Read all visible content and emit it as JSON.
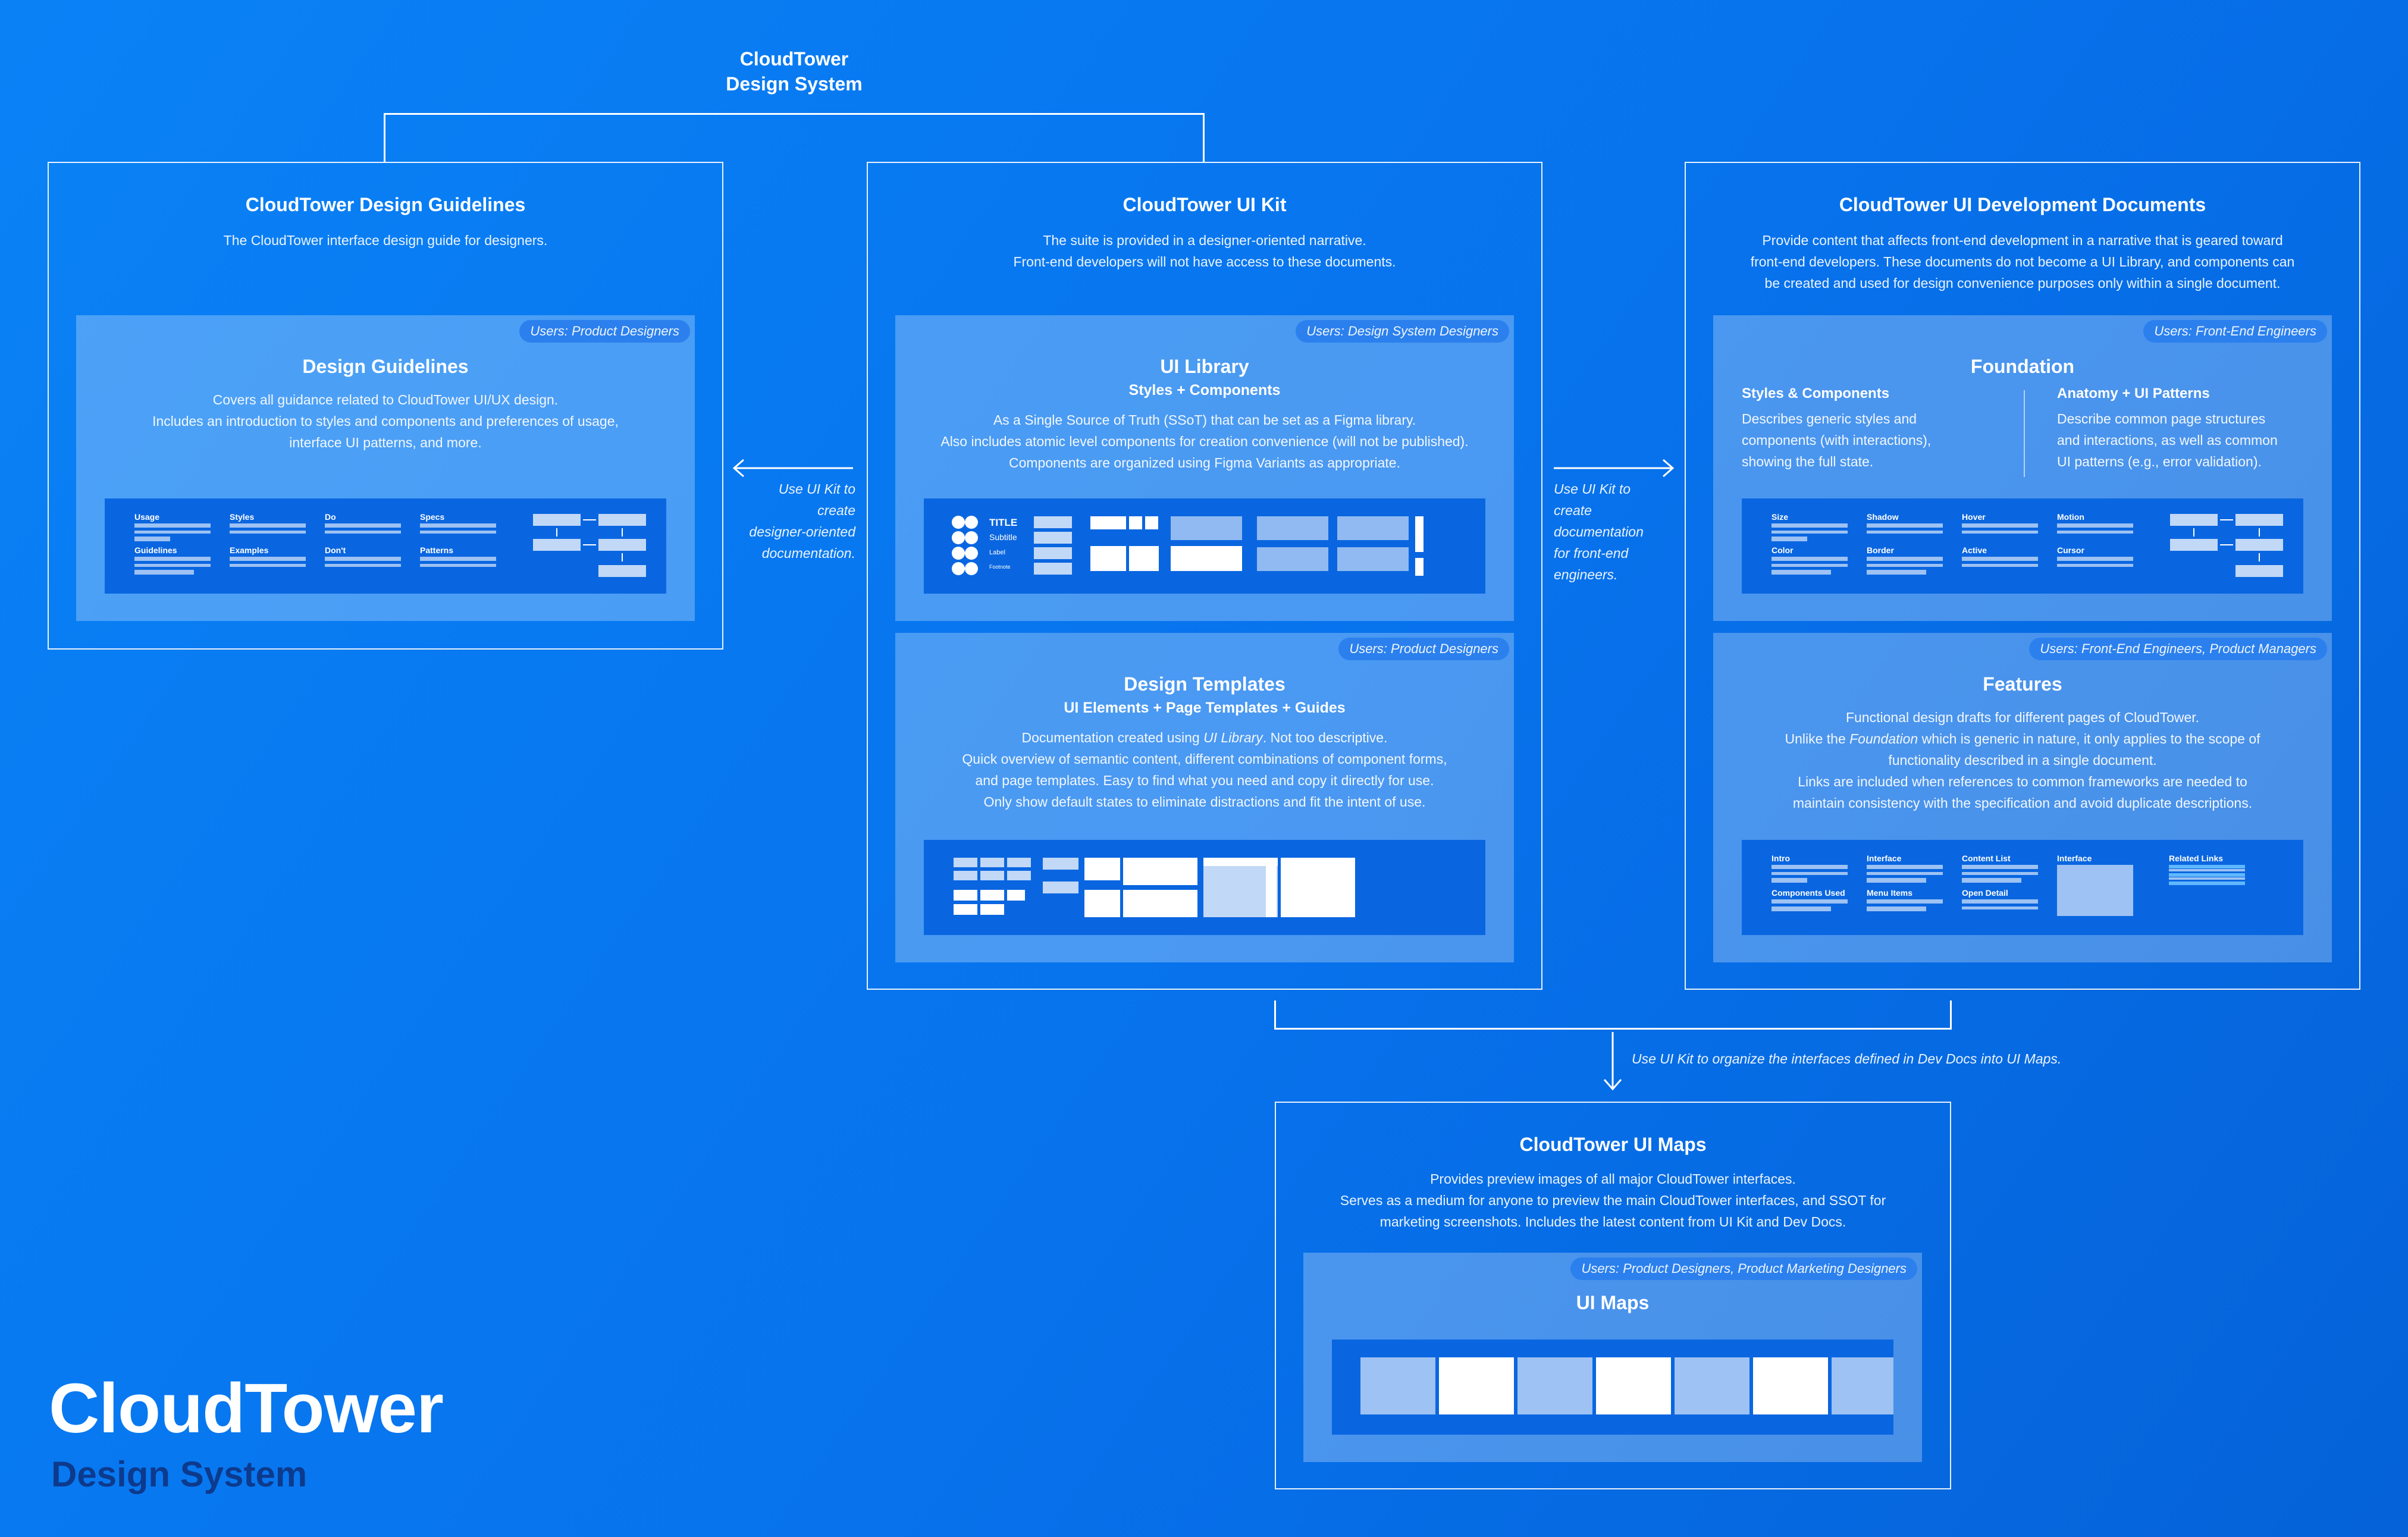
{
  "root": {
    "title_line1": "CloudTower",
    "title_line2": "Design System"
  },
  "guidelines": {
    "title": "CloudTower Design Guidelines",
    "desc": "The CloudTower interface design guide for designers.",
    "card": {
      "badge": "Users: Product Designers",
      "title": "Design Guidelines",
      "desc": [
        "Covers all guidance related to CloudTower UI/UX design.",
        "Includes an introduction to styles and components and preferences of usage,",
        "interface UI patterns, and more."
      ],
      "thumb_labels": [
        "Usage",
        "Styles",
        "Do",
        "Specs",
        "Guidelines",
        "Examples",
        "Don't",
        "Patterns"
      ]
    }
  },
  "uikit": {
    "title": "CloudTower UI Kit",
    "desc": [
      "The suite is provided in a designer-oriented narrative.",
      "Front-end developers will not have access to these documents."
    ],
    "library": {
      "badge": "Users: Design System Designers",
      "title": "UI Library",
      "subtitle": "Styles + Components",
      "desc": [
        "As a Single Source of Truth (SSoT) that can be set as a Figma library.",
        "Also includes atomic level components for creation convenience (will not be published).",
        "Components are organized using Figma Variants as appropriate."
      ],
      "thumb_labels": [
        "TITLE",
        "Subtitle",
        "Label",
        "Footnote"
      ]
    },
    "templates": {
      "badge": "Users: Product Designers",
      "title": "Design Templates",
      "subtitle": "UI Elements + Page Templates + Guides",
      "desc_pre": "Documentation created using ",
      "desc_em": "UI Library",
      "desc_post": ". Not too descriptive.",
      "desc": [
        "Quick overview of semantic content, different combinations of component forms,",
        "and page templates. Easy to find what you need and copy it directly for use.",
        "Only show default states to eliminate distractions and fit the intent of use."
      ]
    }
  },
  "devdocs": {
    "title": "CloudTower UI Development Documents",
    "desc": [
      "Provide content that affects front-end development in a narrative that is geared toward",
      "front-end developers. These documents do not become a UI Library, and components can",
      "be created and used for design convenience purposes only within a single document."
    ],
    "foundation": {
      "badge": "Users: Front-End Engineers",
      "title": "Foundation",
      "col1_title": "Styles & Components",
      "col1_desc": [
        "Describes generic styles and",
        "components (with interactions),",
        "showing the full state."
      ],
      "col2_title": "Anatomy + UI Patterns",
      "col2_desc": [
        "Describe common page structures",
        "and interactions, as well as common",
        "UI patterns (e.g., error validation)."
      ],
      "thumb_labels": [
        "Size",
        "Shadow",
        "Hover",
        "Motion",
        "Color",
        "Border",
        "Active",
        "Cursor"
      ]
    },
    "features": {
      "badge": "Users: Front-End Engineers, Product Managers",
      "title": "Features",
      "line1": "Functional design drafts for different pages of CloudTower.",
      "line2_pre": "Unlike the ",
      "line2_em": "Foundation",
      "line2_post": " which is generic in nature, it only applies to the scope of",
      "desc": [
        "functionality described in a single document.",
        "Links are included when references to common frameworks are needed to",
        "maintain consistency with the specification and avoid duplicate descriptions."
      ],
      "thumb_labels": [
        "Intro",
        "Interface",
        "Content List",
        "Interface",
        "Related Links",
        "Components Used",
        "Menu Items",
        "Open Detail"
      ]
    }
  },
  "maps": {
    "title": "CloudTower UI Maps",
    "desc": [
      "Provides preview images of all major CloudTower interfaces.",
      "Serves as a medium for anyone to preview the main CloudTower interfaces, and SSOT for",
      "marketing screenshots. Includes the latest content from UI Kit and Dev Docs."
    ],
    "card": {
      "badge": "Users: Product Designers, Product Marketing Designers",
      "title": "UI Maps"
    }
  },
  "notes": {
    "left": [
      "Use UI Kit to",
      "create",
      "designer-oriented",
      "documentation."
    ],
    "right": [
      "Use UI Kit to",
      "create",
      "documentation",
      "for front-end",
      "engineers."
    ],
    "bottom": "Use UI Kit to organize the interfaces defined in Dev Docs into UI Maps."
  },
  "brand": {
    "name": "CloudTower",
    "sub": "Design System"
  }
}
